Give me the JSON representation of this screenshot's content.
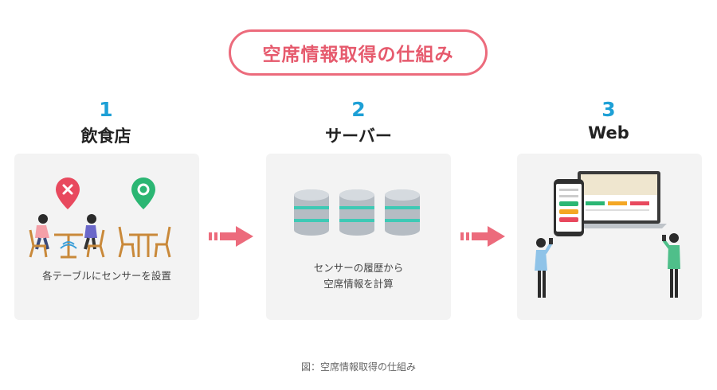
{
  "title": "空席情報取得の仕組み",
  "steps": [
    {
      "number": "1",
      "label": "飲食店",
      "description": [
        "各テーブルにセンサーを設置"
      ]
    },
    {
      "number": "2",
      "label": "サーバー",
      "description": [
        "センサーの履歴から",
        "空席情報を計算"
      ]
    },
    {
      "number": "3",
      "label": "Web",
      "description": []
    }
  ],
  "caption": "図：空席情報取得の仕組み",
  "icons": {
    "occupied_marker": "x-location-pin-icon",
    "vacant_marker": "circle-location-pin-icon",
    "sensor": "sensor-wave-icon",
    "server": "database-icon"
  },
  "colors": {
    "accent_pink": "#ec6b7c",
    "step_number_blue": "#1ea0d6",
    "vacant_green": "#2bb673",
    "occupied_red": "#e8495e",
    "server_teal": "#3ec9b5",
    "panel_bg": "#f3f3f3"
  }
}
